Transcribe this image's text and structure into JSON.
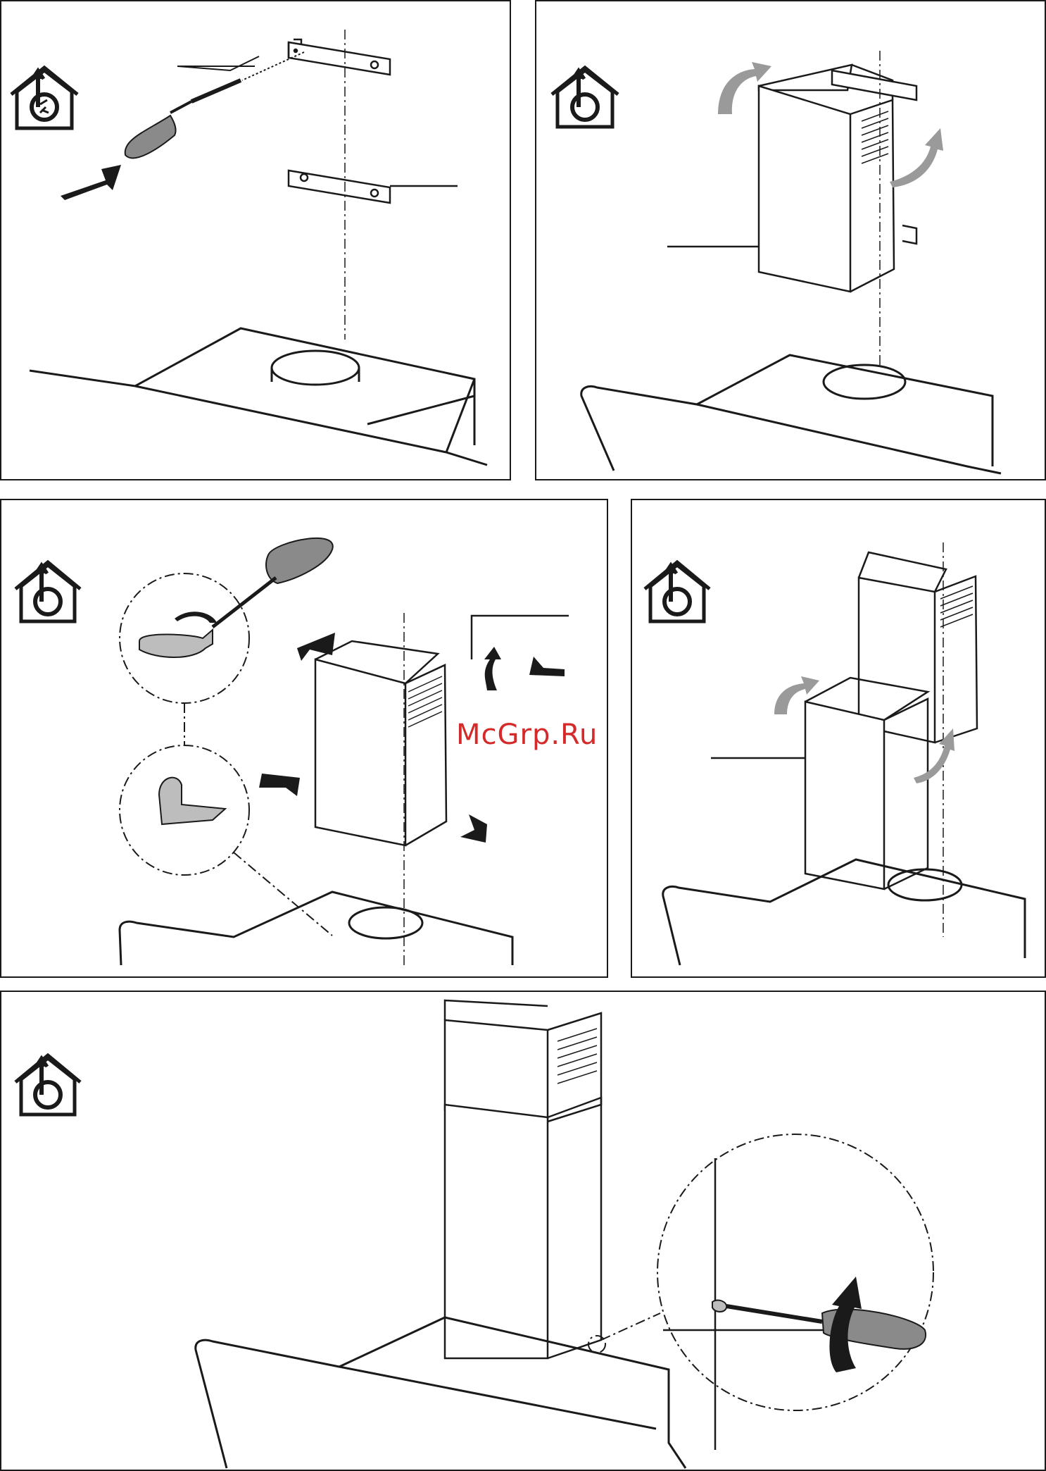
{
  "page": {
    "watermark": "McGrp.Ru",
    "ink_color": "#1a1a1a",
    "accent_color": "#d42a2a",
    "arrow_gray": "#9a9a9a"
  },
  "panels": [
    {
      "id": "step-1",
      "icon": "ducting-house-icon",
      "description_hidden": true
    },
    {
      "id": "step-2",
      "icon": "ducting-house-icon"
    },
    {
      "id": "step-3",
      "icon": "ducting-house-icon"
    },
    {
      "id": "step-4",
      "icon": "ducting-house-icon"
    },
    {
      "id": "step-5",
      "icon": "ducting-house-icon"
    }
  ]
}
